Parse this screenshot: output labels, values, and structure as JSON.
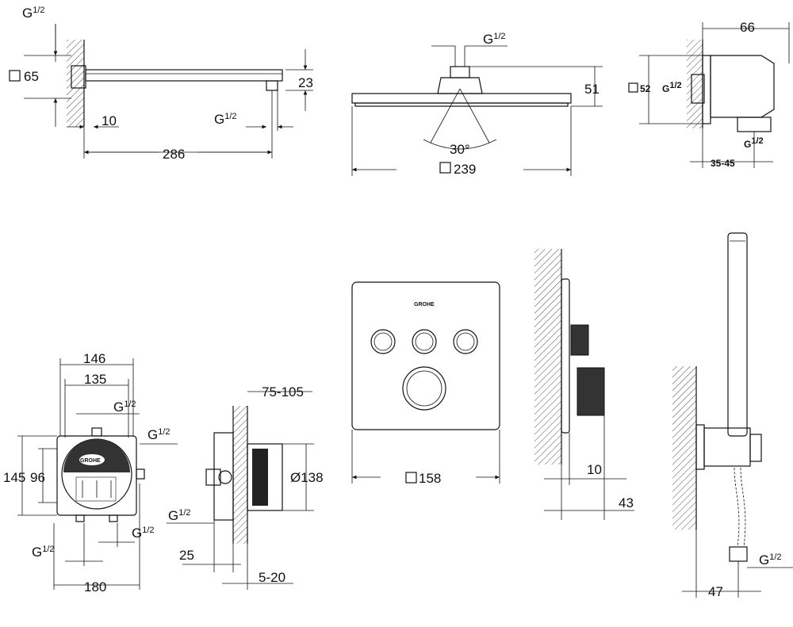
{
  "views": {
    "shower_arm": {
      "label_g_top": "G",
      "label_g_top_frac": "1/2",
      "label_square65": "65",
      "label_23": "23",
      "label_10": "10",
      "label_g_bottom": "G",
      "label_g_bottom_frac": "1/2",
      "label_286": "286"
    },
    "head_shower": {
      "label_g": "G",
      "label_g_frac": "1/2",
      "label_51": "51",
      "label_angle": "30°",
      "label_239": "239"
    },
    "wall_outlet": {
      "label_66": "66",
      "label_52": "52",
      "label_g_side": "G",
      "label_g_side_frac": "1/2",
      "label_g_bottom": "G",
      "label_g_bottom_frac": "1/2",
      "label_35_45": "35-45"
    },
    "rough_in_front": {
      "label_146": "146",
      "label_135": "135",
      "label_g_top": "G",
      "label_g_top_frac": "1/2",
      "label_g_right": "G",
      "label_g_right_frac": "1/2",
      "label_145": "145",
      "label_96": "96",
      "label_g_bottom_left": "G",
      "label_g_bottom_left_frac": "1/2",
      "label_g_bottom_right": "G",
      "label_g_bottom_right_frac": "1/2",
      "label_180": "180",
      "logo_text": "GROHE"
    },
    "rough_in_side": {
      "label_75_105": "75-105",
      "label_138": "Ø138",
      "label_g": "G",
      "label_g_frac": "1/2",
      "label_25": "25",
      "label_5_20": "5-20"
    },
    "trim_front": {
      "logo_text": "GROHE",
      "label_158": "158"
    },
    "trim_side": {
      "label_10": "10",
      "label_43": "43"
    },
    "hand_shower": {
      "label_g": "G",
      "label_g_frac": "1/2",
      "label_47": "47"
    }
  }
}
